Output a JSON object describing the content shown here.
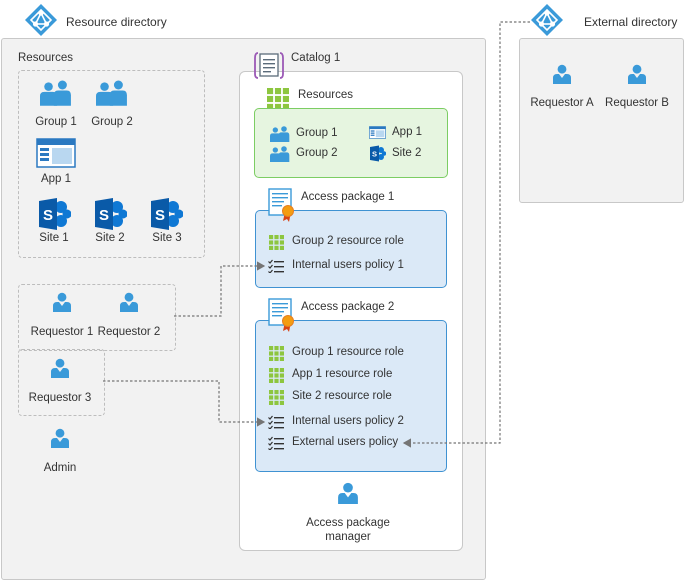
{
  "resource_directory": {
    "title": "Resource directory",
    "resources_label": "Resources",
    "resources": {
      "group1": "Group 1",
      "group2": "Group 2",
      "app1": "App 1",
      "site1": "Site 1",
      "site2": "Site 2",
      "site3": "Site 3"
    },
    "requestor1": "Requestor 1",
    "requestor2": "Requestor 2",
    "requestor3": "Requestor 3",
    "admin": "Admin"
  },
  "catalog": {
    "title": "Catalog 1",
    "resources_title": "Resources",
    "resources": {
      "group1": "Group 1",
      "group2": "Group 2",
      "app1": "App 1",
      "site2": "Site 2"
    },
    "access_package_1": {
      "title": "Access package 1",
      "items": [
        "Group 2 resource role",
        "Internal users policy 1"
      ]
    },
    "access_package_2": {
      "title": "Access package 2",
      "items": [
        "Group 1 resource role",
        "App 1 resource role",
        "Site 2 resource role",
        "Internal users policy 2",
        "External users policy"
      ]
    },
    "manager_line1": "Access package",
    "manager_line2": "manager"
  },
  "external_directory": {
    "title": "External directory",
    "requestor_a": "Requestor A",
    "requestor_b": "Requestor B"
  },
  "colors": {
    "person": "#3a9ad9",
    "sharepoint": "#0f78d4",
    "grid": "#8dc63f",
    "connector": "#757575"
  }
}
